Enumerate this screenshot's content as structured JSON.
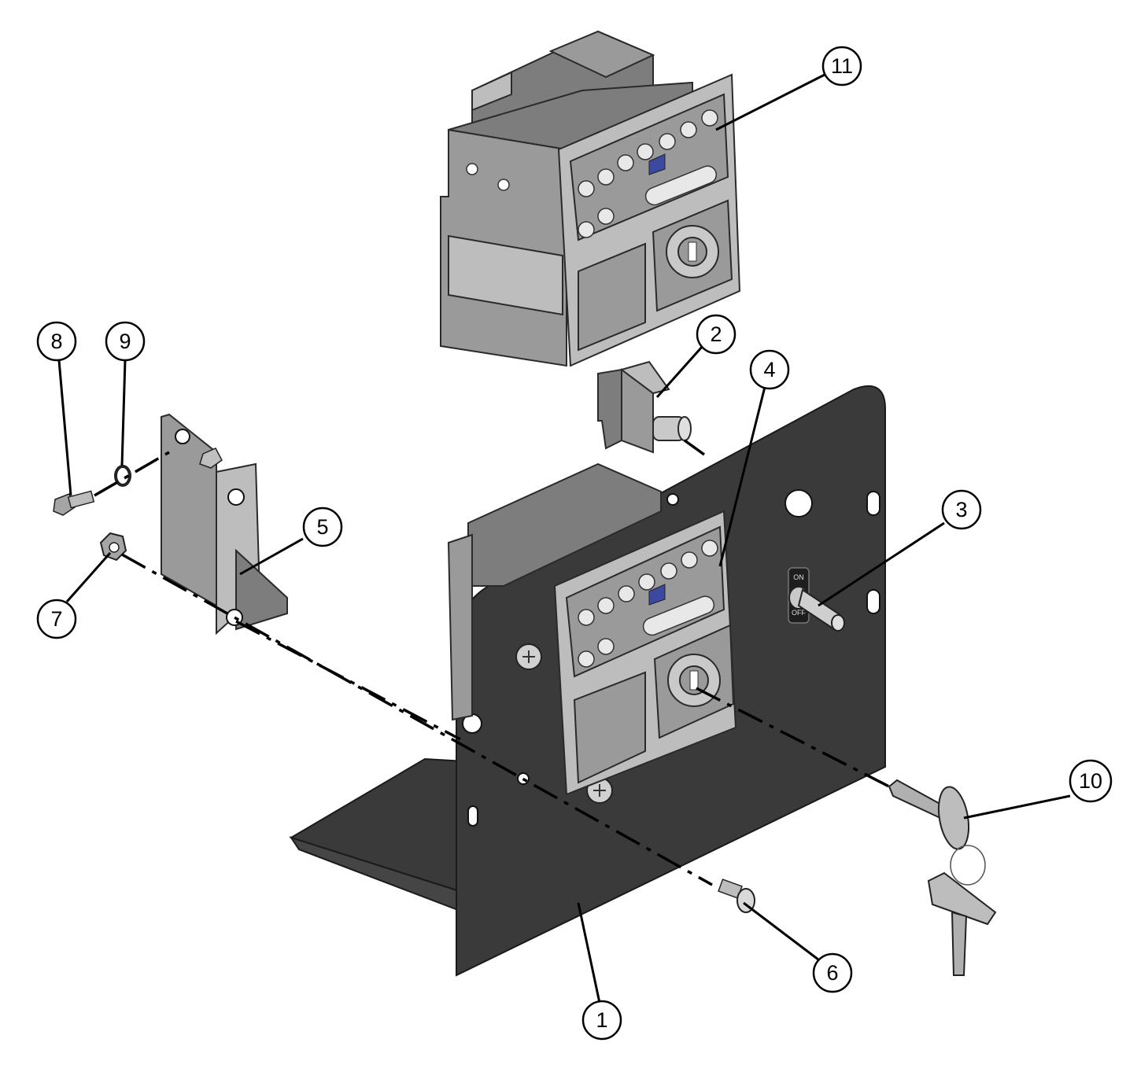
{
  "callouts": {
    "c1": "1",
    "c2": "2",
    "c3": "3",
    "c4": "4",
    "c5": "5",
    "c6": "6",
    "c7": "7",
    "c8": "8",
    "c9": "9",
    "c10": "10",
    "c11": "11"
  },
  "switch_labels": {
    "on": "ON",
    "off": "OFF"
  },
  "colors": {
    "plate": "#3a3a3a",
    "part": "#9a9a9a",
    "background": "#ffffff"
  }
}
